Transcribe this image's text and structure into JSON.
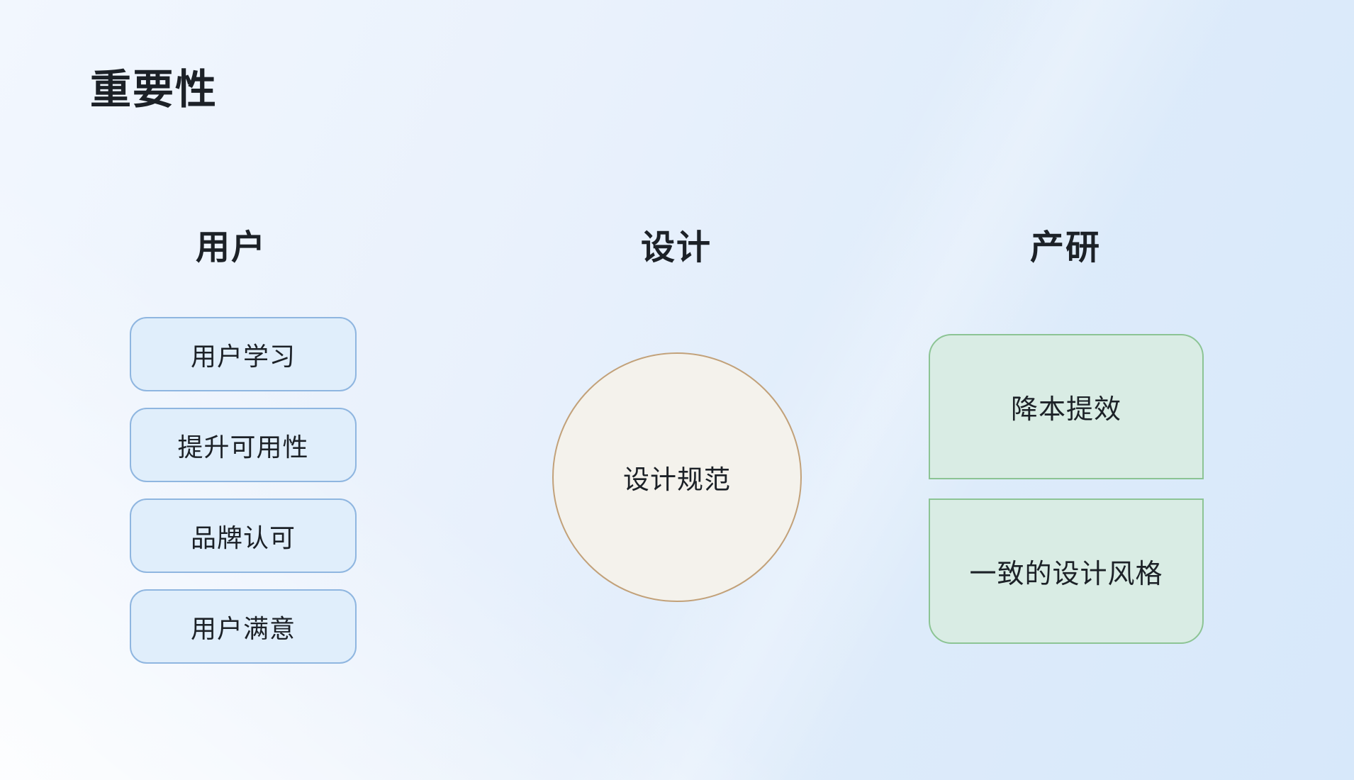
{
  "title": "重要性",
  "columns": {
    "users": {
      "header": "用户",
      "items": [
        {
          "label": "用户学习"
        },
        {
          "label": "提升可用性"
        },
        {
          "label": "品牌认可"
        },
        {
          "label": "用户满意"
        }
      ]
    },
    "design": {
      "header": "设计",
      "circle_label": "设计规范"
    },
    "product": {
      "header": "产研",
      "items": [
        {
          "label": "降本提效"
        },
        {
          "label": "一致的设计风格"
        }
      ]
    }
  },
  "colors": {
    "background_top_left": "#f2f7fe",
    "background_bottom_right": "#d7e8fa",
    "user_node_fill": "#e0eefb",
    "user_node_border": "#8fb6e0",
    "design_circle_fill": "#f4f2ec",
    "design_circle_border": "#c2a179",
    "product_node_fill": "#d9ece4",
    "product_node_border": "#8cc494",
    "text": "#1c2127"
  }
}
